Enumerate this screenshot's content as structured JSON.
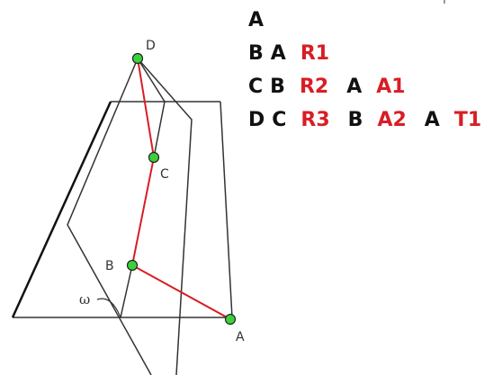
{
  "colors": {
    "accent": "#d81e25",
    "node": "#3bd13b",
    "line": "#333333"
  },
  "points": {
    "D": {
      "label": "D"
    },
    "C": {
      "label": "C"
    },
    "B": {
      "label": "B"
    },
    "A": {
      "label": "A"
    }
  },
  "angle_label": "ω",
  "sequence": [
    [
      {
        "t": "A",
        "c": "black"
      }
    ],
    [
      {
        "t": "B",
        "c": "black"
      },
      {
        "t": "A",
        "c": "black"
      },
      {
        "t": "R1",
        "c": "red"
      }
    ],
    [
      {
        "t": "C",
        "c": "black"
      },
      {
        "t": "B",
        "c": "black"
      },
      {
        "t": "R2",
        "c": "red"
      },
      {
        "t": "A",
        "c": "black"
      },
      {
        "t": "A1",
        "c": "red"
      }
    ],
    [
      {
        "t": "D",
        "c": "black"
      },
      {
        "t": "C",
        "c": "black"
      },
      {
        "t": "R3",
        "c": "red"
      },
      {
        "t": "B",
        "c": "black"
      },
      {
        "t": "A2",
        "c": "red"
      },
      {
        "t": "A",
        "c": "black"
      },
      {
        "t": "T1",
        "c": "red"
      }
    ]
  ]
}
